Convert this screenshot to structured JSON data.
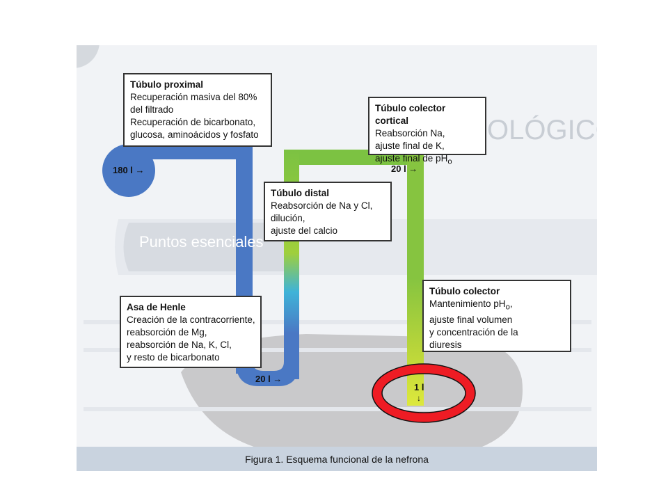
{
  "figure": {
    "caption": "Figura 1. Esquema funcional de la nefrona",
    "background_text": {
      "header": "OLÓGICO",
      "band": "Puntos esenciales"
    },
    "colors": {
      "proximal": "#4a78c4",
      "distal": "#7cc242",
      "colector": "#c2d83a",
      "highlight": "#ee1c24"
    }
  },
  "boxes": {
    "proximal": {
      "title": "Túbulo proximal",
      "lines": [
        "Recuperación masiva del 80%",
        "del filtrado",
        "Recuperación de bicarbonato,",
        "glucosa, aminoácidos y fosfato"
      ]
    },
    "colector_cortical": {
      "title": "Túbulo colector cortical",
      "lines": [
        "Reabsorción Na,",
        "ajuste final de K,",
        "ajuste final de pH"
      ],
      "ph_subscript": "o"
    },
    "distal": {
      "title": "Túbulo distal",
      "lines": [
        "Reabsorción de Na y Cl,",
        "dilución,",
        "ajuste del calcio"
      ]
    },
    "henle": {
      "title": "Asa de Henle",
      "lines": [
        "Creación de la contracorriente,",
        "reabsorción de Mg,",
        "reabsorción de Na, K, Cl,",
        "y resto de bicarbonato"
      ]
    },
    "colector": {
      "title": "Túbulo colector",
      "lines": [
        "Mantenimiento pH",
        "ajuste final volumen",
        "y concentración de la",
        "diuresis"
      ],
      "ph_subscript": "o",
      "ph_suffix": ","
    }
  },
  "flows": {
    "filtrado": "180 l →",
    "cortical": "20 l →",
    "henle": "20 l →",
    "orina": "1 l",
    "orina_arrow": "↓"
  }
}
